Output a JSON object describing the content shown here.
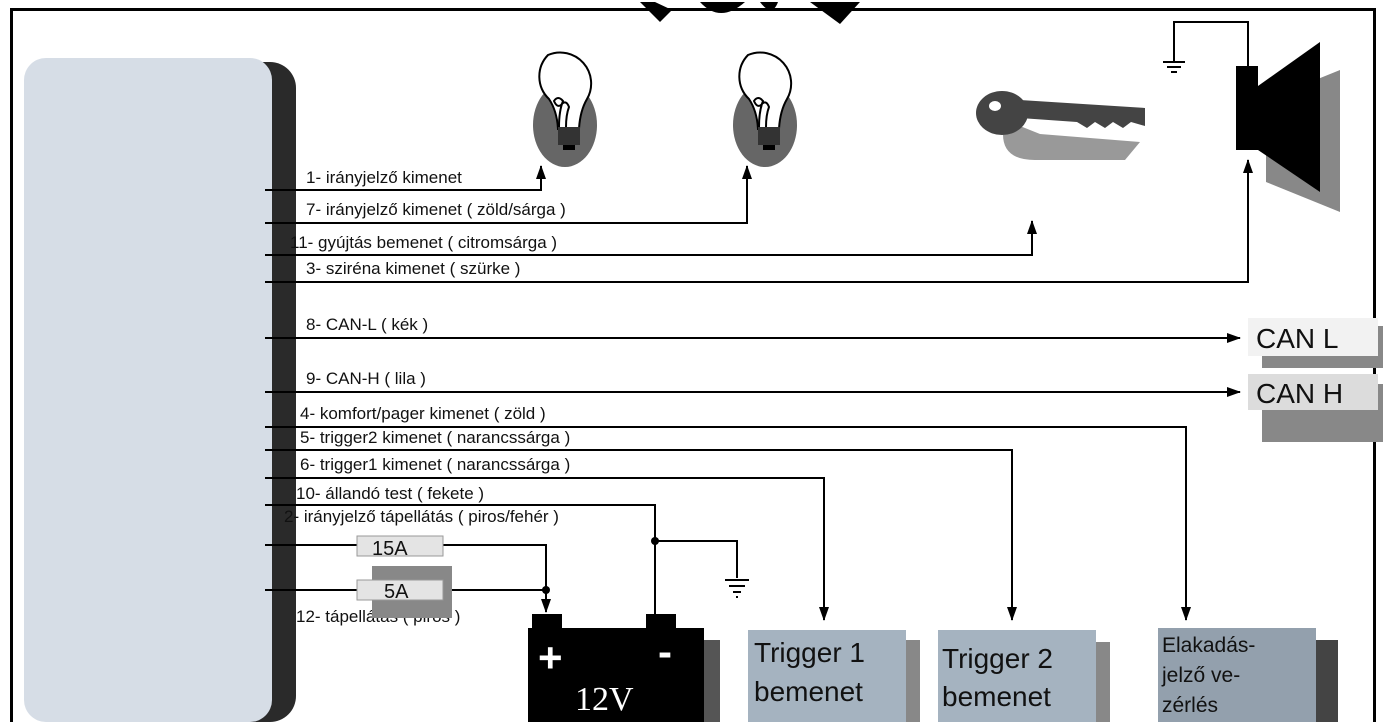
{
  "wires": {
    "w1": "1- irányjelző kimenet",
    "w7": "7- irányjelző kimenet ( zöld/sárga )",
    "w11": "11- gyújtás bemenet ( citromsárga )",
    "w3": "3- sziréna kimenet ( szürke )",
    "w8": "8- CAN-L ( kék )",
    "w9": "9- CAN-H ( lila )",
    "w4": "4- komfort/pager kimenet ( zöld )",
    "w5": "5- trigger2 kimenet ( narancssárga )",
    "w6": "6- trigger1 kimenet ( narancssárga )",
    "w10": "10- állandó test ( fekete )",
    "w2": "2- irányjelző tápellátás ( piros/fehér )",
    "w12": "12- tápellátás ( piros )"
  },
  "fuses": {
    "f15": "15A",
    "f5": "5A"
  },
  "terminals": {
    "can_l": "CAN L",
    "can_h": "CAN H"
  },
  "battery": {
    "plus": "+",
    "minus": "-",
    "voltage": "12V"
  },
  "boxes": {
    "trigger1": [
      "Trigger 1",
      "bemenet"
    ],
    "trigger2": [
      "Trigger 2",
      "bemenet"
    ],
    "elakadas": [
      "Elakadás-",
      "jelző ve-",
      "zérlés"
    ]
  }
}
